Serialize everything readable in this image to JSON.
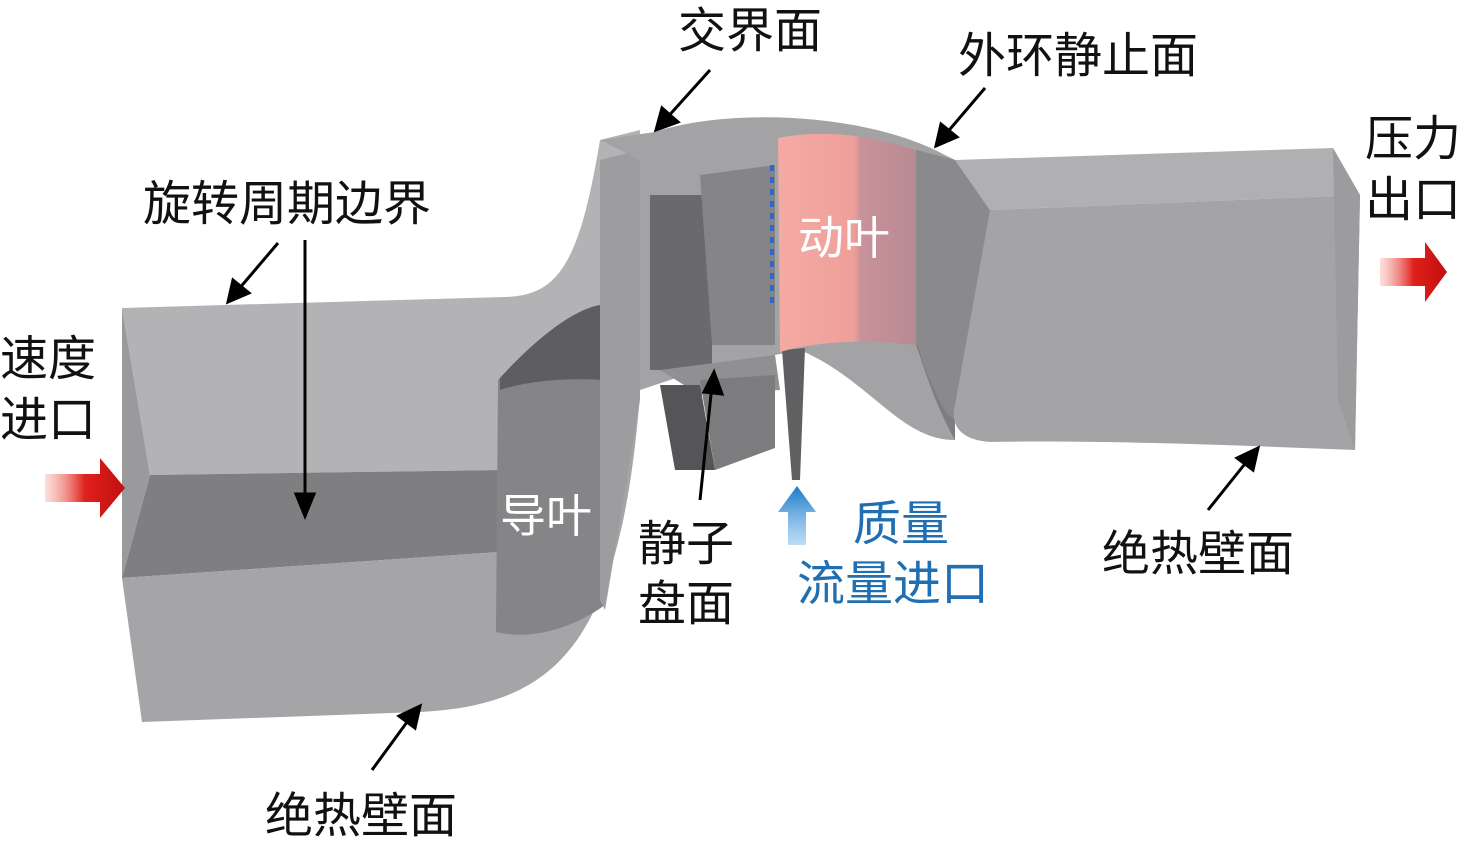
{
  "labels": {
    "interface": "交界面",
    "outer_ring_static": "外环静止面",
    "rotational_periodic": "旋转周期边界",
    "pressure_outlet_line1": "压力",
    "pressure_outlet_line2": "出口",
    "velocity_inlet_line1": "速度",
    "velocity_inlet_line2": "进口",
    "rotor_blade": "动叶",
    "guide_vane": "导叶",
    "stator_disk_line1": "静子",
    "stator_disk_line2": "盘面",
    "mass_flow_inlet_line1": "质量",
    "mass_flow_inlet_line2": "流量进口",
    "adiabatic_wall_left": "绝热壁面",
    "adiabatic_wall_right": "绝热壁面"
  },
  "colors": {
    "domain_light": "#a9a9ab",
    "domain_mid": "#8f8f92",
    "domain_dark": "#6d6d70",
    "rotor_pink": "#f0a09c",
    "rotor_mauve": "#c28a8e",
    "inlet_arrow_red": "#e0201a",
    "mass_flow_blue": "#1a78c8",
    "label_blue": "#1f6fb2"
  }
}
